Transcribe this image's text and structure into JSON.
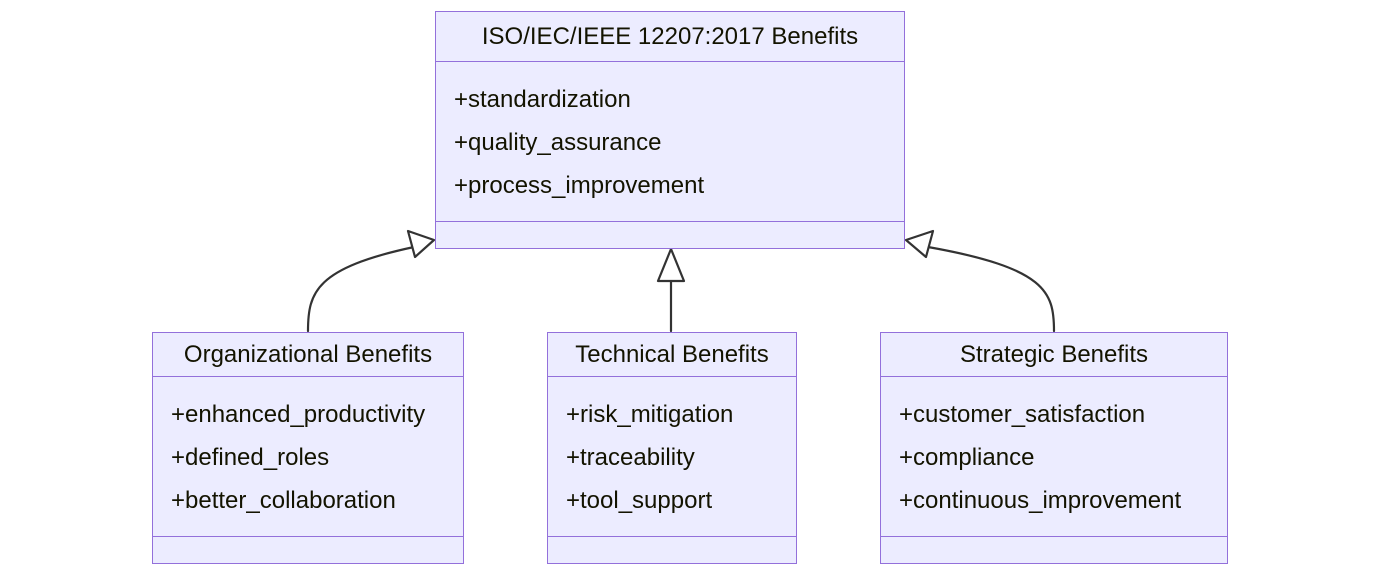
{
  "diagram": {
    "kind": "uml-class-diagram",
    "relationship_type": "inheritance",
    "background_color": "#ffffff",
    "node_fill_color": "#ECECFF",
    "node_border_color": "#9370DB",
    "text_color": "#131300",
    "edge_color": "#333333"
  },
  "classes": {
    "root": {
      "name": "ISO/IEC/IEEE 12207:2017 Benefits",
      "attributes": [
        "+standardization",
        "+quality_assurance",
        "+process_improvement"
      ],
      "methods": []
    },
    "organizational": {
      "name": "Organizational Benefits",
      "attributes": [
        "+enhanced_productivity",
        "+defined_roles",
        "+better_collaboration"
      ],
      "methods": []
    },
    "technical": {
      "name": "Technical Benefits",
      "attributes": [
        "+risk_mitigation",
        "+traceability",
        "+tool_support"
      ],
      "methods": []
    },
    "strategic": {
      "name": "Strategic Benefits",
      "attributes": [
        "+customer_satisfaction",
        "+compliance",
        "+continuous_improvement"
      ],
      "methods": []
    }
  },
  "edges": [
    {
      "from": "organizational",
      "to": "root",
      "type": "generalization",
      "arrow": "hollow-triangle"
    },
    {
      "from": "technical",
      "to": "root",
      "type": "generalization",
      "arrow": "hollow-triangle"
    },
    {
      "from": "strategic",
      "to": "root",
      "type": "generalization",
      "arrow": "hollow-triangle"
    }
  ]
}
